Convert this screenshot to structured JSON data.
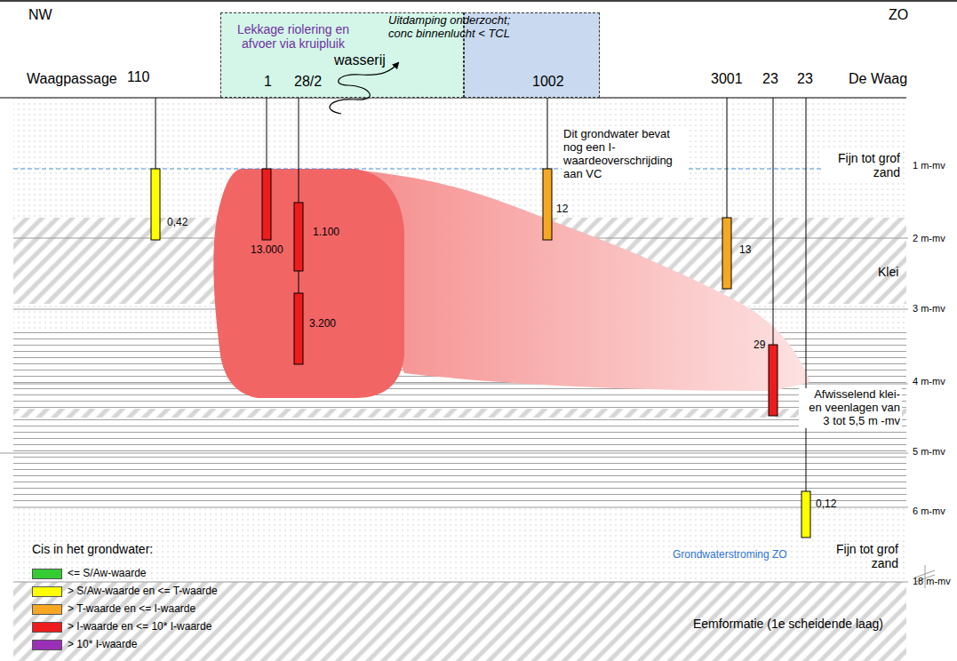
{
  "diagram": {
    "nodes": [
      {
        "text": [
          "Lekkage riolering en afvoer via kruipluik",
          "1",
          "28/2",
          "wasserij"
        ]
      },
      {
        "text": [
          "1002"
        ]
      }
    ],
    "labels": [
      "NW",
      "ZO",
      "Waagpassage",
      "110",
      "Uitdamping onderzocht; conc binnenlucht < TCL",
      "3001",
      "23",
      "23",
      "De Waag",
      "Dit grondwater bevat nog een I-waardeoverschrijding aan VC",
      "0,42",
      "13.000",
      "1.100",
      "3.200",
      "12",
      "13",
      "29",
      "0,12",
      "Fijn tot grof zand",
      "1 m-mv",
      "2 m-mv",
      "Klei",
      "3 m-mv",
      "4 m-mv",
      "Afwisselend klei- en veenlagen van 3 tot 5,5 m -mv",
      "5 m-mv",
      "6 m-mv",
      "Fijn tot grof zand",
      "18 m-mv",
      "Grondwaterstroming ZO",
      "Eemformatie (1e scheidende laag)",
      "Cis in het grondwater:"
    ],
    "legend": [
      {
        "text": "<= S/Aw-waarde",
        "color": "#33cc33"
      },
      {
        "text": "> S/Aw-waarde en <= T-waarde",
        "color": "#ffff00"
      },
      {
        "text": "> T-waarde en <= I-waarde",
        "color": "#f7a823"
      },
      {
        "text": "> I-waarde en <= 10* I-waarde",
        "color": "#ee1c1c"
      },
      {
        "text": "> 10* I-waarde",
        "color": "#9b30b8"
      }
    ]
  }
}
